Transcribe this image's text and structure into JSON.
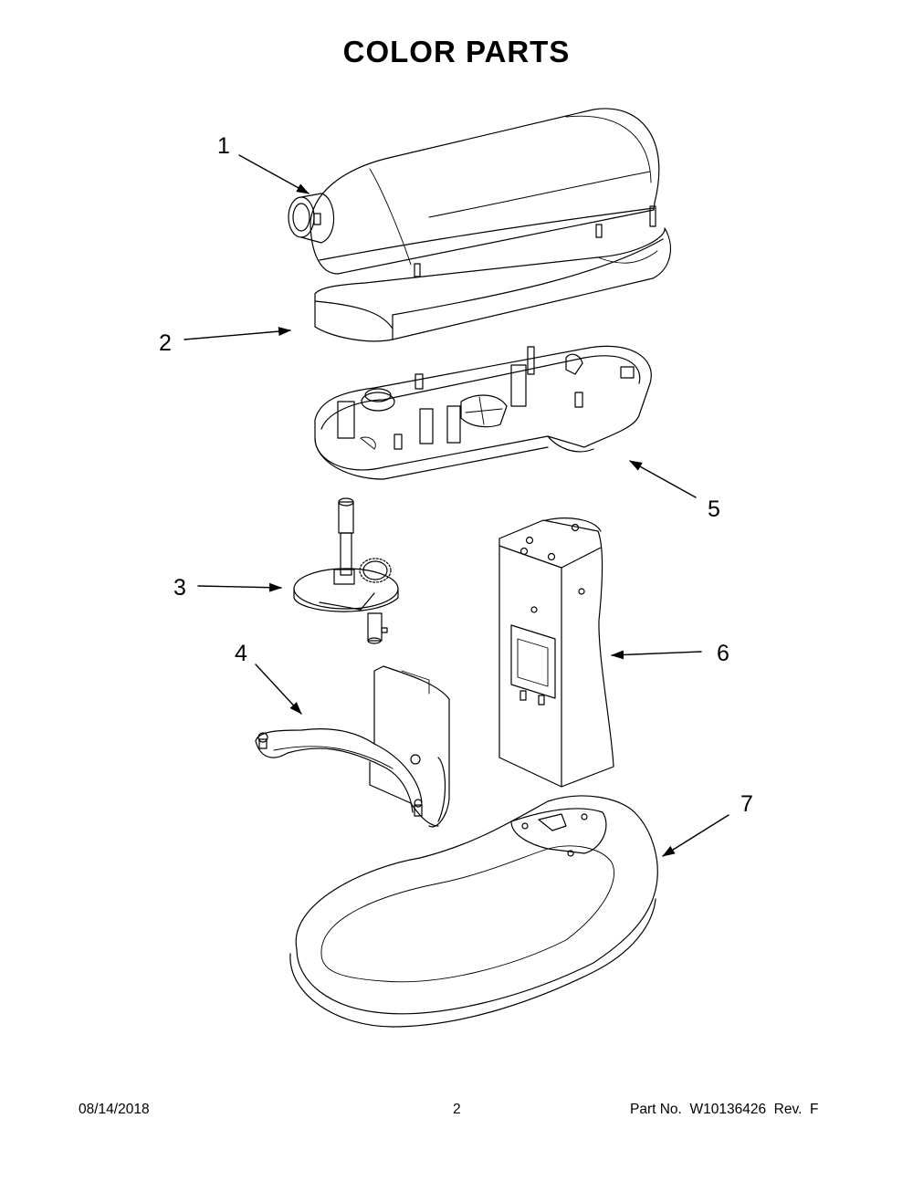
{
  "title": "COLOR PARTS",
  "callouts": [
    "1",
    "2",
    "3",
    "4",
    "5",
    "6",
    "7"
  ],
  "footer": {
    "date": "08/14/2018",
    "page_number": "2",
    "part_number": "Part No.  W10136426  Rev.  F"
  }
}
